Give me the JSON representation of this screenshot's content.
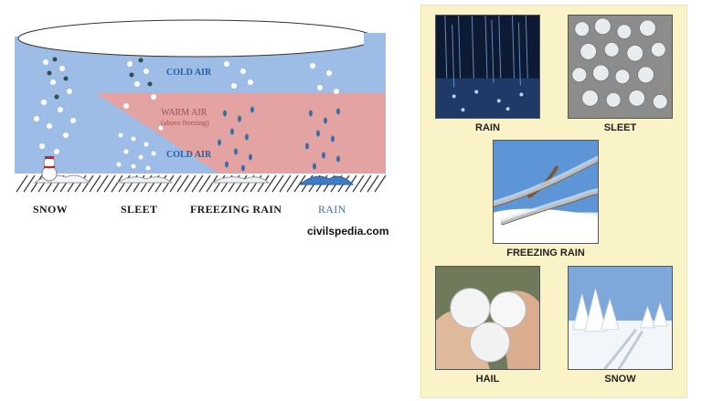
{
  "diagram": {
    "air_layers": {
      "cold_air_top": "COLD AIR",
      "warm_air": "WARM AIR",
      "warm_air_note": "(above freezing)",
      "cold_air_bottom": "COLD AIR"
    },
    "precip_types": [
      "SNOW",
      "SLEET",
      "FREEZING RAIN",
      "RAIN"
    ]
  },
  "credit": "civilspedia.com",
  "panel": {
    "tiles": [
      {
        "caption": "RAIN"
      },
      {
        "caption": "SLEET"
      },
      {
        "caption": "FREEZING RAIN"
      },
      {
        "caption": "HAIL"
      },
      {
        "caption": "SNOW"
      }
    ]
  },
  "colors": {
    "sky_blue": "#9dbde6",
    "warm_wedge": "#e3a3a3",
    "cold_label": "#1f5fa8",
    "warm_label": "#a44a4a",
    "rain_label": "#3a6fc0",
    "panel_bg": "#fbf3c8"
  }
}
